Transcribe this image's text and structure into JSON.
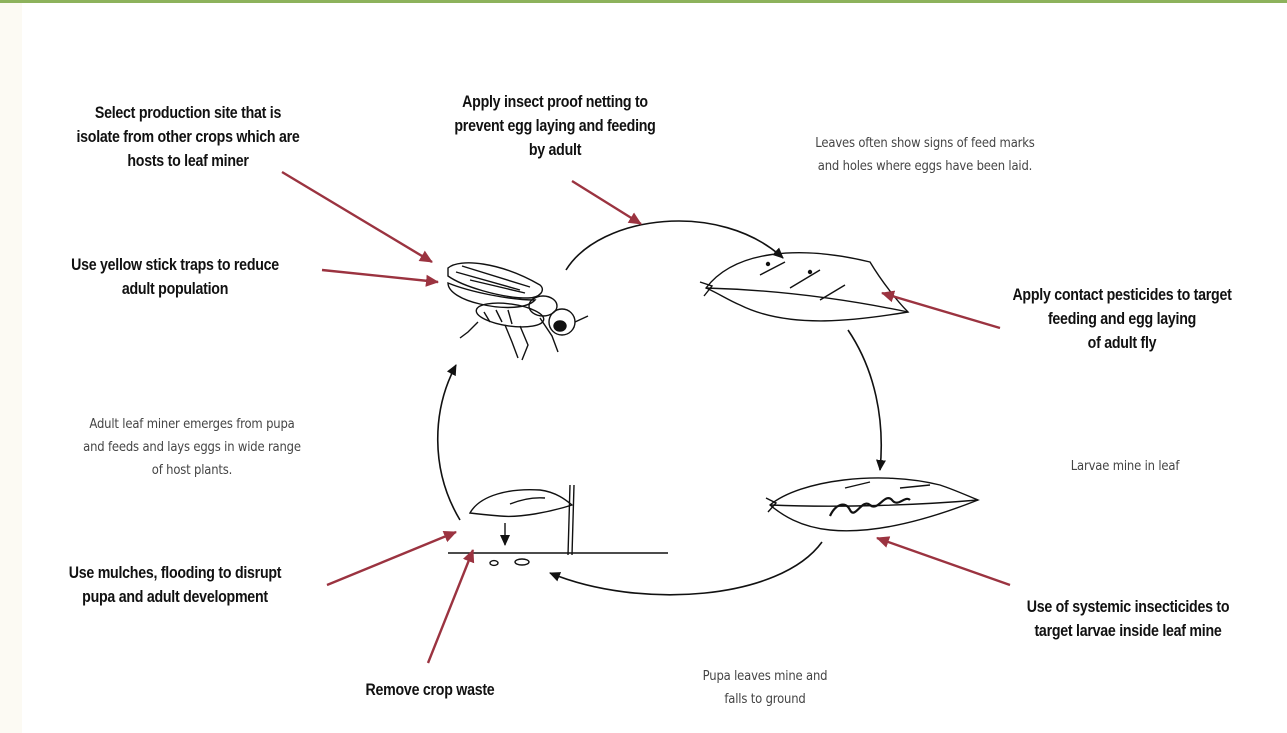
{
  "colors": {
    "frame_accent": "#8db25c",
    "arrow_red": "#9b3340",
    "sketch": "#111111"
  },
  "controls": [
    {
      "id": "site",
      "lines": [
        "Select production site that is",
        "isolate from other crops which are",
        "hosts to leaf miner"
      ]
    },
    {
      "id": "netting",
      "lines": [
        "Apply insect proof netting to",
        "prevent egg laying and feeding",
        "by adult"
      ]
    },
    {
      "id": "traps",
      "lines": [
        "Use yellow stick traps to reduce",
        "adult population"
      ]
    },
    {
      "id": "contact",
      "lines": [
        "Apply contact pesticides to target",
        "feeding and egg laying",
        "of adult fly"
      ]
    },
    {
      "id": "mulch",
      "lines": [
        "Use mulches, flooding to disrupt",
        "pupa and adult development"
      ]
    },
    {
      "id": "systemic",
      "lines": [
        "Use of systemic insecticides to",
        "target larvae inside leaf mine"
      ]
    },
    {
      "id": "waste",
      "lines": [
        "Remove crop waste"
      ]
    }
  ],
  "stages": [
    {
      "id": "leaves",
      "lines": [
        "Leaves often show signs of feed marks",
        "and holes where eggs have been laid."
      ]
    },
    {
      "id": "adult",
      "lines": [
        "Adult leaf miner emerges from pupa",
        "and feeds and lays eggs in wide range",
        "of host plants."
      ]
    },
    {
      "id": "larvae",
      "lines": [
        "Larvae mine in leaf"
      ]
    },
    {
      "id": "pupa",
      "lines": [
        "Pupa leaves mine and",
        "falls to ground"
      ]
    }
  ],
  "icons": [
    "adult-fly-icon",
    "leaf-with-eggs-icon",
    "leaf-with-mine-icon",
    "pupa-on-ground-icon"
  ]
}
